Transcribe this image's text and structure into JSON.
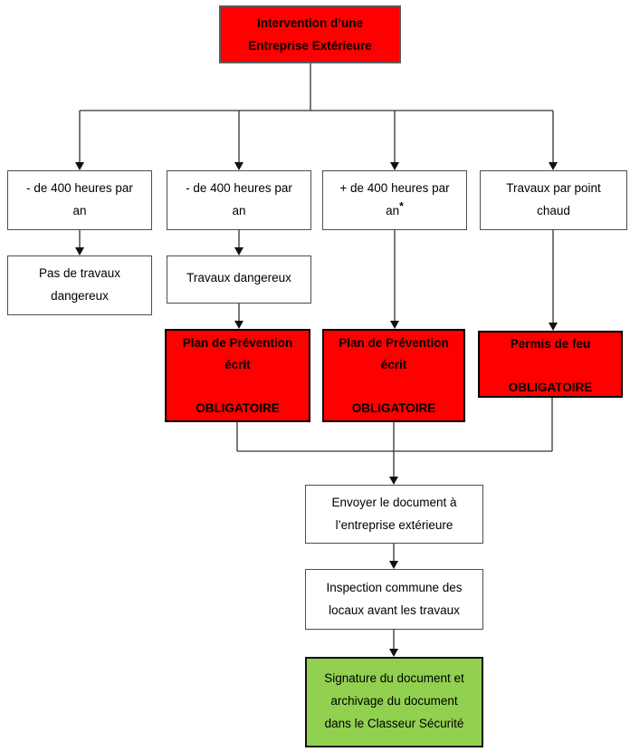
{
  "colors": {
    "red": "#ff0000",
    "green": "#92d050",
    "white": "#ffffff"
  },
  "nodes": {
    "root": {
      "lines": [
        "Intervention d’une",
        "Entreprise Extérieure"
      ]
    },
    "branch1": {
      "lines": [
        "- de 400 heures par",
        "an"
      ]
    },
    "branch2": {
      "lines": [
        "- de 400 heures par",
        "an"
      ]
    },
    "branch3": {
      "lines": [
        "+ de 400 heures par",
        "an"
      ],
      "suffix": "*"
    },
    "branch4": {
      "lines": [
        "Travaux par point",
        "chaud"
      ]
    },
    "no_danger": {
      "lines": [
        "Pas de travaux",
        "dangereux"
      ]
    },
    "danger": {
      "lines": [
        "Travaux dangereux"
      ]
    },
    "plan1": {
      "lines": [
        "Plan de Prévention",
        "écrit",
        "",
        "OBLIGATOIRE"
      ]
    },
    "plan2": {
      "lines": [
        "Plan de Prévention",
        "écrit",
        "",
        "OBLIGATOIRE"
      ]
    },
    "permis": {
      "lines": [
        "Permis de feu",
        "",
        "OBLIGATOIRE"
      ]
    },
    "send": {
      "lines": [
        "Envoyer le document à",
        "l’entreprise extérieure"
      ]
    },
    "inspect": {
      "lines": [
        "Inspection commune des",
        "locaux avant les travaux"
      ]
    },
    "sign": {
      "lines": [
        "Signature du document et",
        "archivage du document",
        "dans le Classeur Sécurité"
      ]
    }
  }
}
